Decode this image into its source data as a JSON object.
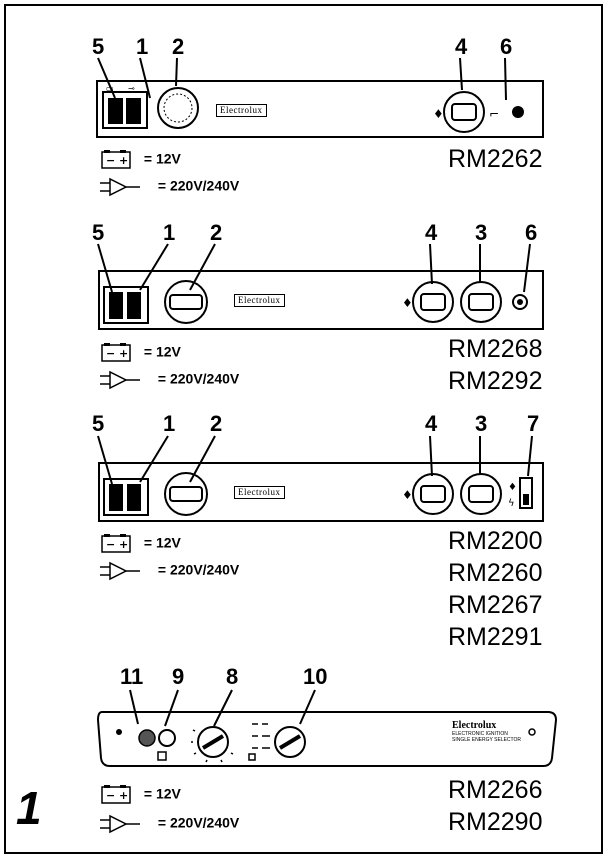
{
  "figure_number": "1",
  "brand": "Electrolux",
  "diagrams": [
    {
      "callouts": [
        "5",
        "1",
        "2",
        "4",
        "6"
      ],
      "legend": {
        "dc": "= 12V",
        "ac": "= 220V/240V"
      },
      "models": [
        "RM2262"
      ]
    },
    {
      "callouts": [
        "5",
        "1",
        "2",
        "4",
        "3",
        "6"
      ],
      "legend": {
        "dc": "= 12V",
        "ac": "= 220V/240V"
      },
      "models": [
        "RM2268",
        "RM2292"
      ]
    },
    {
      "callouts": [
        "5",
        "1",
        "2",
        "4",
        "3",
        "7"
      ],
      "legend": {
        "dc": "= 12V",
        "ac": "= 220V/240V"
      },
      "models": [
        "RM2200",
        "RM2260",
        "RM2267",
        "RM2291"
      ]
    },
    {
      "callouts": [
        "11",
        "9",
        "8",
        "10"
      ],
      "legend": {
        "dc": "= 12V",
        "ac": "= 220V/240V"
      },
      "models": [
        "RM2266",
        "RM2290"
      ],
      "panel_text": [
        "ELECTRONIC IGNITION",
        "SINGLE ENERGY SELECTOR"
      ]
    }
  ]
}
